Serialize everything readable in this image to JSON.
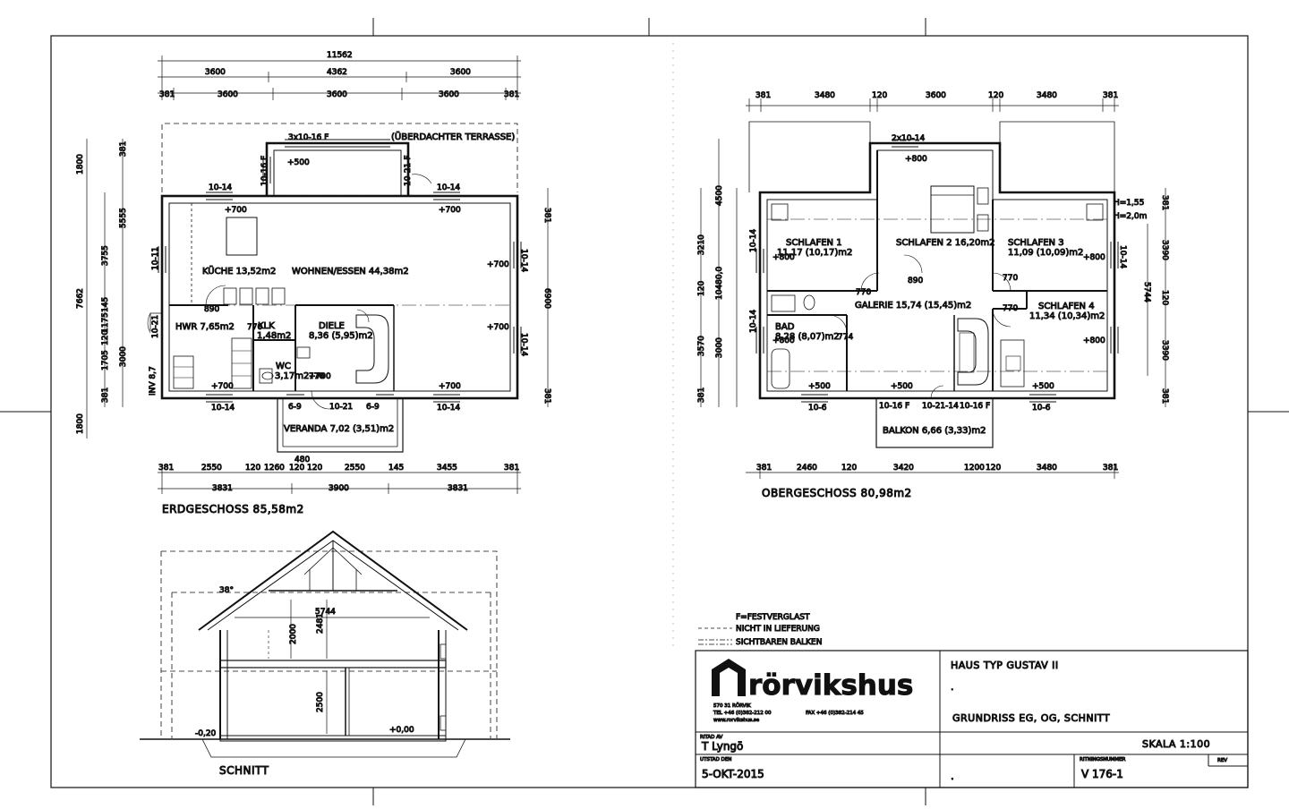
{
  "drawing": {
    "ground_floor": {
      "title": "ERDGESCHOSS 85,58m2",
      "dims_top": [
        "11562",
        "3600",
        "4362",
        "3600",
        "381",
        "3600",
        "3600",
        "3600",
        "381"
      ],
      "dims_bottom": [
        "381",
        "2550",
        "120",
        "1260",
        "120",
        "120",
        "2550",
        "145",
        "3455",
        "381",
        "480",
        "3831",
        "3900",
        "3831"
      ],
      "dims_left": [
        "1800",
        "381",
        "5555",
        "3755",
        "7662",
        "145",
        "1175",
        "120",
        "1705",
        "3000",
        "381",
        "1800",
        "INV 8,7"
      ],
      "dims_right": [
        "381",
        "6900",
        "381"
      ],
      "rooms": {
        "kueche": "KÜCHE 13,52m2",
        "wohnen": "WOHNEN/ESSEN 44,38m2",
        "hwr": "HWR 7,65m2",
        "klk": "KLK",
        "klk_area": "1,48m2",
        "diele": "DIELE",
        "diele_area": "8,36 (5,95)m2",
        "wc": "WC",
        "wc_area": "3,17m2",
        "veranda": "VERANDA 7,02 (3,51)m2",
        "terrasse": "(ÜBERDACHTER TERRASSE)"
      },
      "windows": [
        "3x10-16 F",
        "10-16 F",
        "10-21-F",
        "10-14",
        "10-14",
        "10-11",
        "10-14",
        "10-14",
        "10-21",
        "10-14",
        "6-9",
        "10-21",
        "6-9",
        "10-14"
      ],
      "heights": [
        "+500",
        "+700",
        "+700",
        "+700",
        "+700",
        "+700",
        "+700",
        "+700"
      ],
      "door_widths": [
        "890",
        "770",
        "770"
      ]
    },
    "upper_floor": {
      "title": "OBERGESCHOSS 80,98m2",
      "dims_top": [
        "381",
        "3480",
        "120",
        "3600",
        "120",
        "3480",
        "381"
      ],
      "dims_bottom": [
        "381",
        "2460",
        "120",
        "3420",
        "1200",
        "120",
        "3480",
        "381"
      ],
      "dims_left": [
        "4500",
        "3210",
        "120",
        "3570",
        "3000",
        "381",
        "10480,0"
      ],
      "dims_right": [
        "381",
        "3390",
        "120",
        "3390",
        "5744",
        "381"
      ],
      "rooms": {
        "schlafen1": "SCHLAFEN 1",
        "schlafen1_area": "11,17 (10,17)m2",
        "schlafen2": "SCHLAFEN 2 16,20m2",
        "schlafen3": "SCHLAFEN 3",
        "schlafen3_area": "11,09 (10,09)m2",
        "schlafen4": "SCHLAFEN 4",
        "schlafen4_area": "11,34 (10,34)m2",
        "galerie": "GALERIE 15,74 (15,45)m2",
        "bad": "BAD",
        "bad_area": "8,28 (8,07)m2",
        "balkon": "BALKON 6,66 (3,33)m2"
      },
      "windows": [
        "2x10-14",
        "10-14",
        "10-14",
        "10-14",
        "10-6",
        "10-16 F",
        "10-21-14",
        "10-16 F",
        "10-6"
      ],
      "heights": [
        "+800",
        "+800",
        "+800",
        "+800",
        "+800",
        "+500",
        "+500",
        "+500"
      ],
      "notes": [
        "H=1,55",
        "H=2,0m",
        "890",
        "770",
        "770",
        "770",
        "774"
      ]
    },
    "section": {
      "title": "SCHNITT",
      "dims": [
        "5744",
        "2481",
        "2000",
        "2500"
      ],
      "angle": "38°",
      "levels": [
        "+0,00",
        "-0,20"
      ]
    },
    "legend": [
      {
        "symbol": "F=FESTVERGLAST",
        "text": ""
      },
      {
        "symbol": "dashed",
        "text": "NICHT IN LIEFERUNG"
      },
      {
        "symbol": "dashdot",
        "text": "SICHTBAREN BALKEN"
      }
    ]
  },
  "title_block": {
    "logo": "rörvikshus",
    "address": "570 31 RÖRVIK",
    "phone": "TEL +46 (0)382-212 00",
    "fax": "FAX +46 (0)382-214 45",
    "web": "www.rorvikshus.se",
    "project": "HAUS TYP GUSTAV II",
    "dot": ".",
    "content": "GRUNDRISS EG, OG, SCHNITT",
    "scale": "SKALA 1:100",
    "drawn_by_label": "RITAD AV",
    "drawn_by": "T Lyngö",
    "date_label": "UTSTAD DEN",
    "date": "5-OKT-2015",
    "date_dot": ".",
    "drawing_number_label": "RITNINGSNUMMER",
    "drawing_number": "V 176-1",
    "rev_label": "REV"
  }
}
